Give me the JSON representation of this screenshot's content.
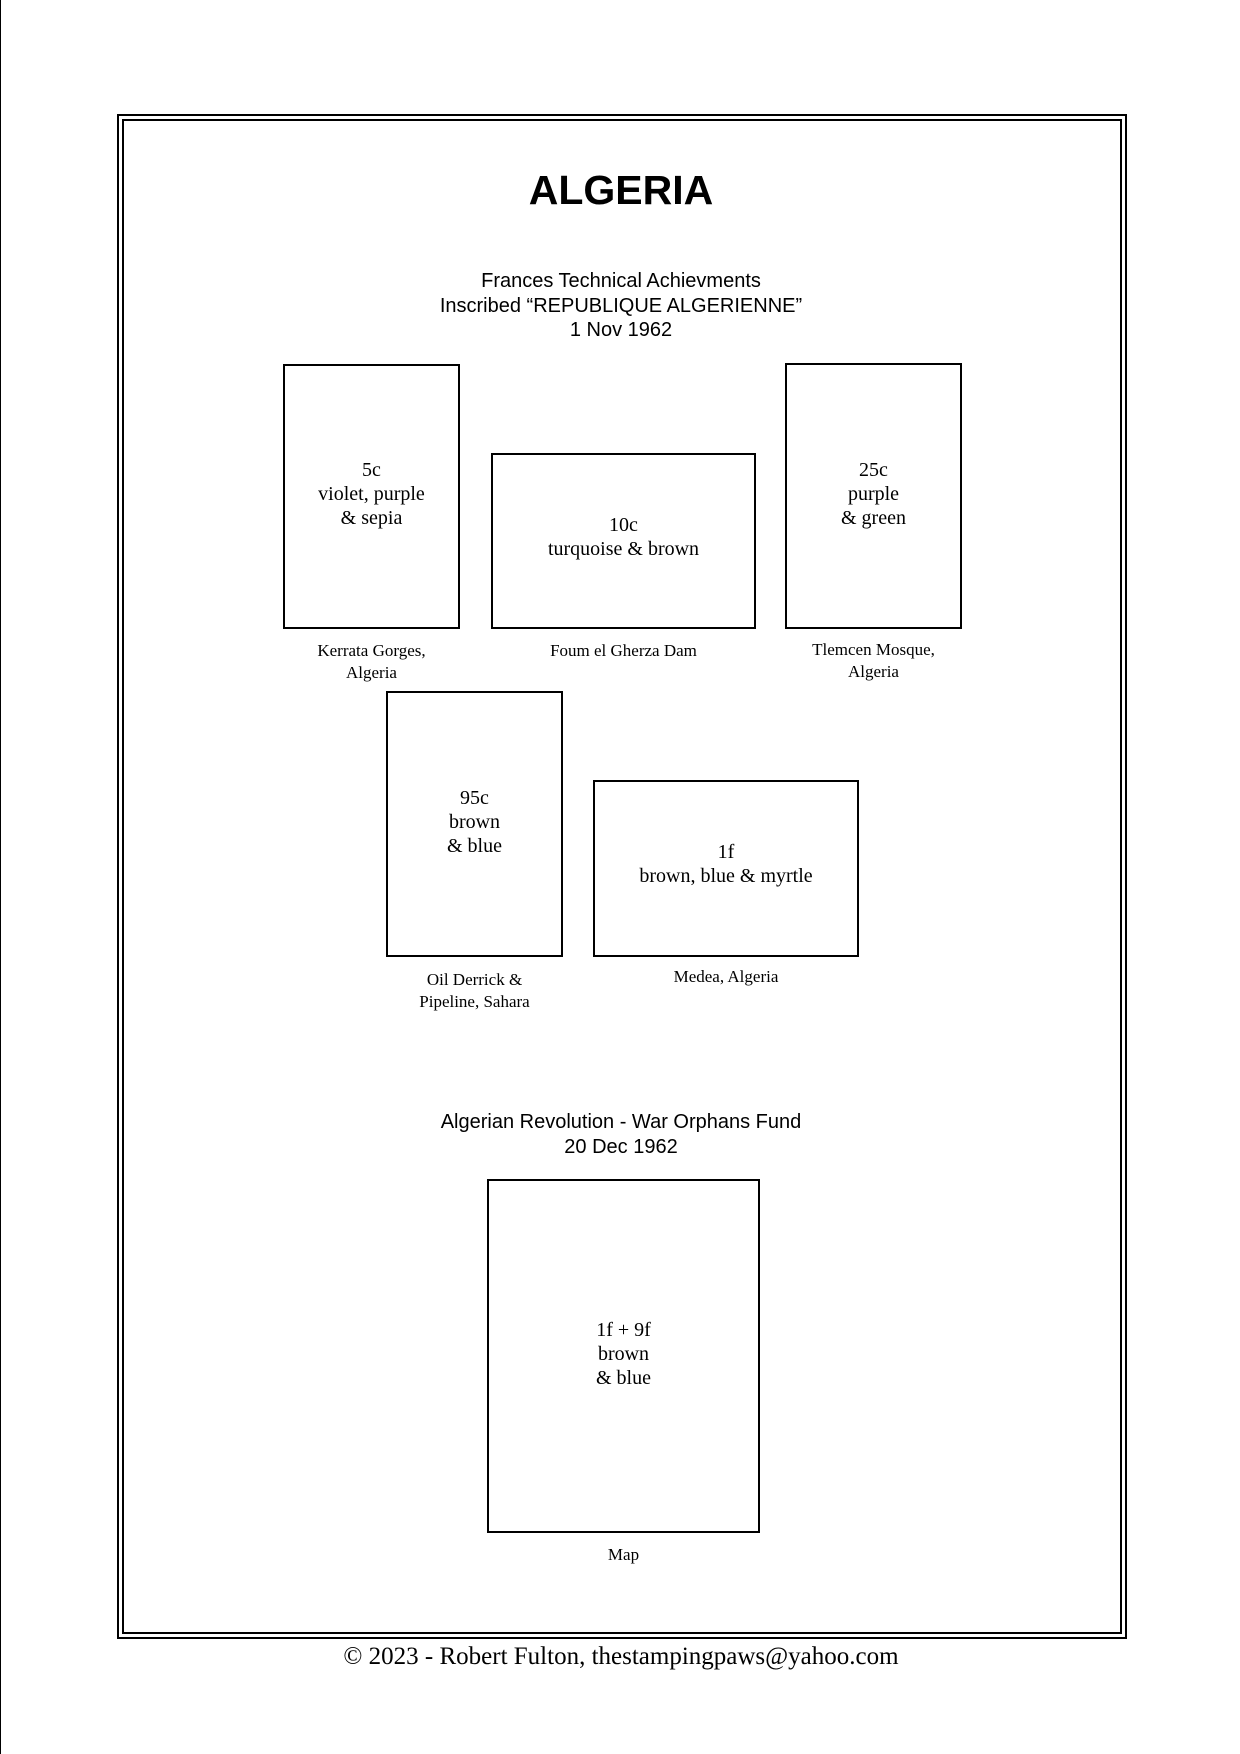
{
  "title": "ALGERIA",
  "sections": [
    {
      "heading_lines": [
        "Frances Technical Achievments",
        "Inscribed “REPUBLIQUE ALGERIENNE”",
        "1 Nov 1962"
      ],
      "stamps": [
        {
          "denomination": "5c",
          "colors": [
            "violet, purple",
            "& sepia"
          ],
          "caption": [
            "Kerrata Gorges,",
            "Algeria"
          ]
        },
        {
          "denomination": "10c",
          "colors": [
            "turquoise & brown"
          ],
          "caption": [
            "Foum el Gherza Dam"
          ]
        },
        {
          "denomination": "25c",
          "colors": [
            "purple",
            "& green"
          ],
          "caption": [
            "Tlemcen Mosque,",
            "Algeria"
          ]
        },
        {
          "denomination": "95c",
          "colors": [
            "brown",
            "& blue"
          ],
          "caption": [
            "Oil Derrick &",
            "Pipeline, Sahara"
          ]
        },
        {
          "denomination": "1f",
          "colors": [
            "brown, blue & myrtle"
          ],
          "caption": [
            "Medea, Algeria"
          ]
        }
      ]
    },
    {
      "heading_lines": [
        "Algerian Revolution - War Orphans Fund",
        "20 Dec 1962"
      ],
      "stamps": [
        {
          "denomination": "1f + 9f",
          "colors": [
            "brown",
            "& blue"
          ],
          "caption": [
            "Map"
          ]
        }
      ]
    }
  ],
  "footer": "© 2023 -  Robert Fulton, thestampingpaws@yahoo.com"
}
